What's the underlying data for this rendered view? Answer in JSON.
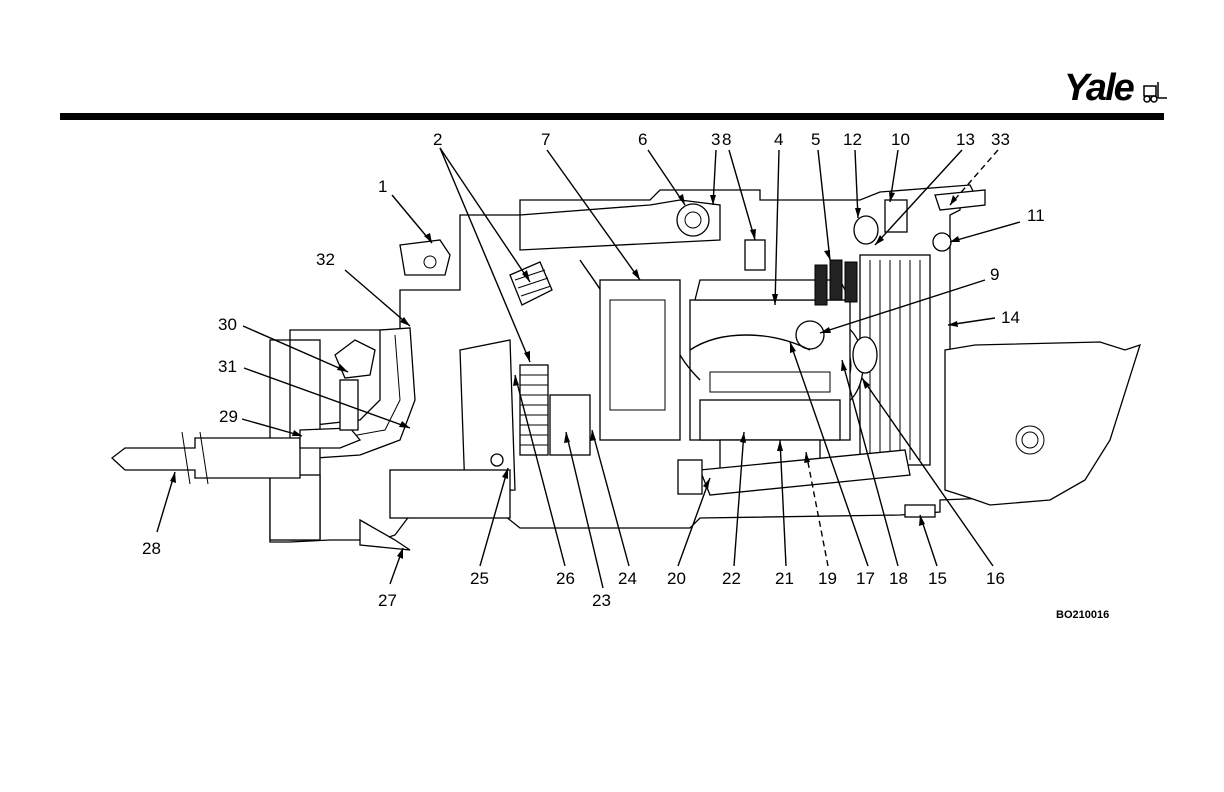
{
  "header": {
    "brand": "Yale",
    "brand_icon": "forklift-icon"
  },
  "figure": {
    "id": "BO210016",
    "callouts": [
      "1",
      "2",
      "3",
      "4",
      "5",
      "6",
      "7",
      "8",
      "9",
      "10",
      "11",
      "12",
      "13",
      "14",
      "15",
      "16",
      "17",
      "18",
      "19",
      "20",
      "21",
      "22",
      "23",
      "24",
      "25",
      "26",
      "27",
      "28",
      "29",
      "30",
      "31",
      "32",
      "33"
    ]
  }
}
